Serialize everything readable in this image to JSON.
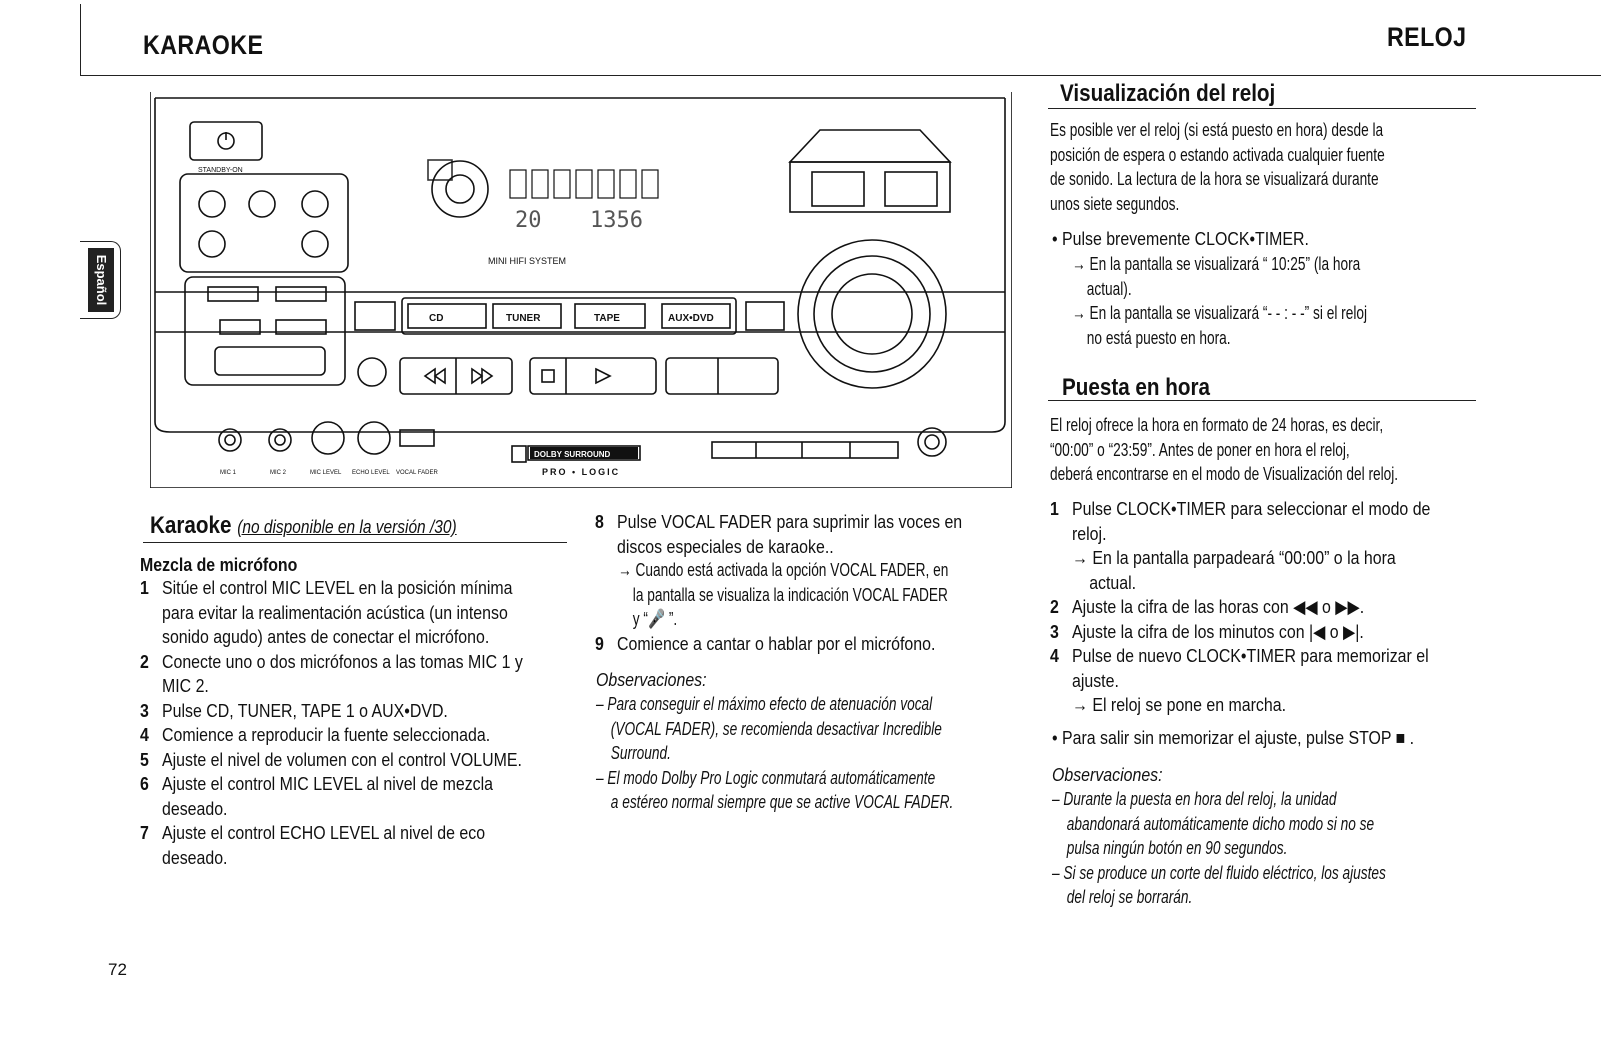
{
  "header": {
    "left_title": "KARAOKE",
    "right_title": "RELOJ"
  },
  "side_tab": "Español",
  "page_number": "72",
  "device": {
    "standby_label": "STANDBY-ON",
    "display_text": "MINI HIFI SYSTEM",
    "display_digits_left": "20",
    "display_digits_right": "1356",
    "buttons": [
      "CD",
      "TUNER",
      "TAPE",
      "AUX•DVD"
    ],
    "logo": "DOLBY SURROUND",
    "logo_sub": "PRO • LOGIC",
    "jack_labels": [
      "MIC 1",
      "MIC 2",
      "MIC LEVEL",
      "ECHO LEVEL",
      "VOCAL FADER"
    ]
  },
  "karaoke": {
    "title": "Karaoke",
    "title_note": "(no disponible en la versión /30)",
    "subtitle": "Mezcla de micrófono",
    "steps": [
      {
        "n": "1",
        "lines": [
          "Sitúe el control MIC LEVEL en la posición mínima",
          "para evitar la realimentación acústica (un intenso",
          "sonido agudo) antes de conectar el micrófono."
        ]
      },
      {
        "n": "2",
        "lines": [
          "Conecte uno o dos micrófonos a las tomas MIC 1 y",
          "MIC 2."
        ]
      },
      {
        "n": "3",
        "lines": [
          "Pulse CD, TUNER, TAPE 1 o AUX•DVD."
        ]
      },
      {
        "n": "4",
        "lines": [
          "Comience a reproducir la fuente seleccionada."
        ]
      },
      {
        "n": "5",
        "lines": [
          "Ajuste el nivel de volumen con el control VOLUME."
        ]
      },
      {
        "n": "6",
        "lines": [
          "Ajuste el control MIC LEVEL al nivel de mezcla",
          "deseado."
        ]
      },
      {
        "n": "7",
        "lines": [
          "Ajuste el control ECHO LEVEL al nivel de eco",
          "deseado."
        ]
      }
    ],
    "steps2": [
      {
        "n": "8",
        "lines": [
          "Pulse VOCAL FADER para suprimir las voces en",
          "discos especiales de karaoke.."
        ]
      },
      {
        "n": "9",
        "lines": [
          "Comience a cantar o hablar por el micrófono."
        ]
      }
    ],
    "step8_arrow": [
      "→ Cuando está activada la opción VOCAL FADER, en",
      "la pantalla se visualiza la indicación VOCAL FADER",
      "y “🎤 ”."
    ],
    "obs_title": "Observaciones:",
    "obs": [
      [
        "– Para conseguir el máximo efecto de atenuación vocal",
        "(VOCAL FADER), se recomienda desactivar Incredible",
        "Surround."
      ],
      [
        "– El modo Dolby Pro Logic conmutará automáticamente",
        "a estéreo normal siempre que se active VOCAL FADER."
      ]
    ]
  },
  "reloj": {
    "vis_title": "Visualización del reloj",
    "vis_para": [
      "Es posible ver el reloj (si está puesto en hora) desde la",
      "posición de espera o estando activada cualquier fuente",
      "de sonido. La lectura de la hora se visualizará durante",
      "unos siete segundos."
    ],
    "vis_bullet": "• Pulse brevemente CLOCK•TIMER.",
    "vis_arrows": [
      [
        "→ En la pantalla se visualizará “ 10:25” (la hora",
        "actual)."
      ],
      [
        "→ En la pantalla se visualizará “- - : - -” si el reloj",
        "no está puesto en hora."
      ]
    ],
    "set_title": "Puesta en hora",
    "set_para": [
      "El reloj ofrece la hora en formato de 24 horas, es decir,",
      "“00:00” o “23:59”. Antes de poner en hora el reloj,",
      "deberá encontrarse en el modo de Visualización del reloj."
    ],
    "set_steps": [
      {
        "n": "1",
        "lines": [
          "Pulse CLOCK•TIMER para seleccionar el modo de",
          "reloj."
        ]
      },
      {
        "n": "2",
        "lines": [
          "Ajuste la cifra de las horas con ◀◀ o ▶▶."
        ]
      },
      {
        "n": "3",
        "lines": [
          "Ajuste la cifra de los minutos con |◀ o ▶|."
        ]
      },
      {
        "n": "4",
        "lines": [
          "Pulse de nuevo CLOCK•TIMER para memorizar el",
          "ajuste."
        ]
      }
    ],
    "step1_arrow": [
      "→ En la pantalla parpadeará “00:00” o la hora",
      "actual."
    ],
    "step4_arrow": "→ El reloj se pone en marcha.",
    "exit_bullet": "• Para salir sin memorizar el ajuste, pulse STOP ■ .",
    "obs_title": "Observaciones:",
    "obs": [
      [
        "– Durante la puesta en hora del reloj, la unidad",
        "abandonará automáticamente dicho modo si no se",
        "pulsa ningún botón en 90 segundos."
      ],
      [
        "– Si se produce un corte del fluido eléctrico, los ajustes",
        "del reloj se borrarán."
      ]
    ]
  }
}
